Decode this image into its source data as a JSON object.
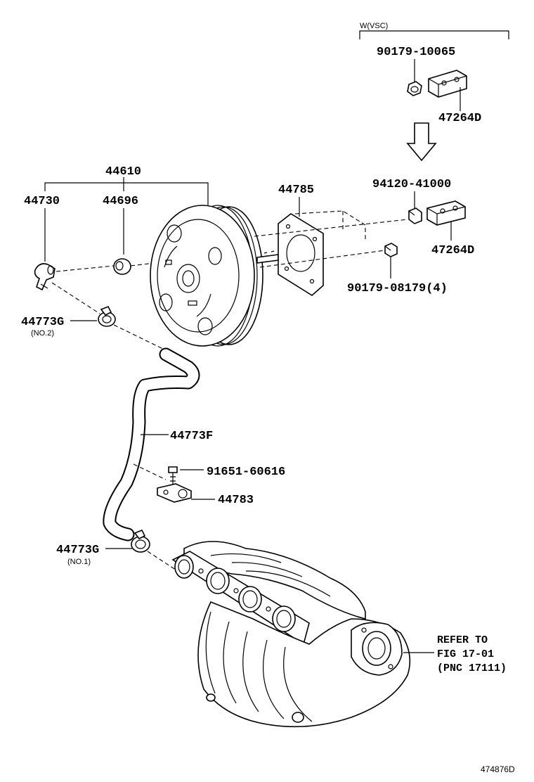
{
  "header": {
    "variant_label": "W(VSC)"
  },
  "labels": {
    "p90179_10065": "90179-10065",
    "p47264D_top": "47264D",
    "p44610": "44610",
    "p44785": "44785",
    "p94120_41000": "94120-41000",
    "p44730": "44730",
    "p44696": "44696",
    "p47264D_mid": "47264D",
    "p90179_08179": "90179-08179(4)",
    "p44773G_a": "44773G",
    "no2": "(NO.2)",
    "p44773F": "44773F",
    "p91651_60616": "91651-60616",
    "p44783": "44783",
    "p44773G_b": "44773G",
    "no1": "(NO.1)"
  },
  "refer": {
    "line1": "REFER TO",
    "line2": "FIG 17-01",
    "line3": "(PNC 17111)"
  },
  "figure_id": "474876D"
}
